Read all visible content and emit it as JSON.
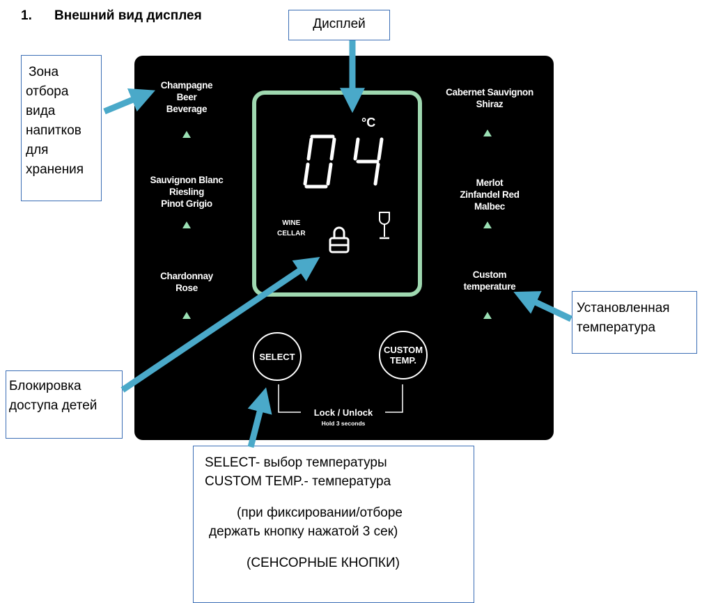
{
  "heading": {
    "number": "1.",
    "text": "Внешний вид дисплея"
  },
  "display": {
    "temperature": "04",
    "unit": "°C",
    "wine_cellar": [
      "WINE",
      "CELLAR"
    ]
  },
  "zones_left": [
    [
      "Champagne",
      "Beer",
      "Beverage"
    ],
    [
      "Sauvignon Blanc",
      "Riesling",
      "Pinot Grigio"
    ],
    [
      "Chardonnay",
      "Rose"
    ]
  ],
  "zones_right": [
    [
      "Cabernet Sauvignon",
      "Shiraz"
    ],
    [
      "Merlot",
      "Zinfandel Red",
      "Malbec"
    ],
    [
      "Custom",
      "temperature"
    ]
  ],
  "buttons": {
    "select_label": "SELECT",
    "custom_label_1": "CUSTOM",
    "custom_label_2": "TEMP.",
    "lock_label": "Lock / Unlock",
    "hold_label": "Hold 3 seconds"
  },
  "callouts": {
    "display": "Дисплей",
    "zone_lines": [
      "Зона",
      "отбора",
      "вида",
      "напитков",
      "для",
      "хранения"
    ],
    "set_temp_lines": [
      "Установленная",
      "температура"
    ],
    "child_lock_lines": [
      "Блокировка",
      "доступа детей"
    ],
    "buttons_lines": [
      "SELECT- выбор температуры",
      "CUSTOM TEMP.- температура",
      "",
      "(при фиксировании/отборе",
      "держать кнопку нажатой   3 сек)",
      "",
      "(СЕНСОРНЫЕ КНОПКИ)"
    ]
  },
  "colors": {
    "panel": "#000000",
    "screen_border": "#9fd8b0",
    "arrow": "#4aa9c9",
    "indicator": "#9be0b4"
  }
}
